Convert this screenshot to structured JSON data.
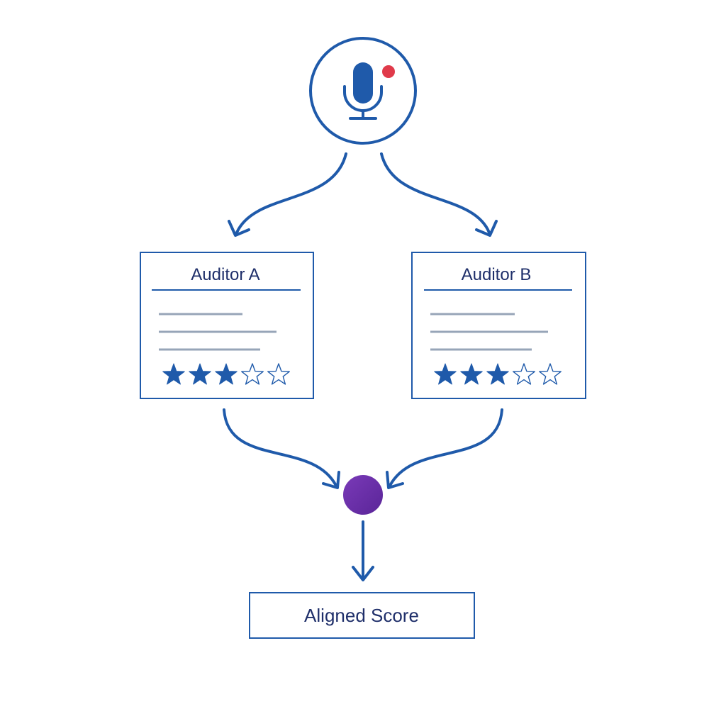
{
  "colors": {
    "primary_blue": "#1f5aaa",
    "dark_navy": "#1f2f6a",
    "placeholder_gray": "#97a5b8",
    "recording_red": "#e03a4a",
    "merge_purple": "#6a2fa8"
  },
  "source": {
    "icon": "microphone-icon",
    "indicator": "recording-dot"
  },
  "auditors": [
    {
      "title": "Auditor A",
      "rating": 3,
      "max_rating": 5
    },
    {
      "title": "Auditor B",
      "rating": 3,
      "max_rating": 5
    }
  ],
  "merge": {
    "icon": "merge-node"
  },
  "result": {
    "label": "Aligned Score"
  }
}
